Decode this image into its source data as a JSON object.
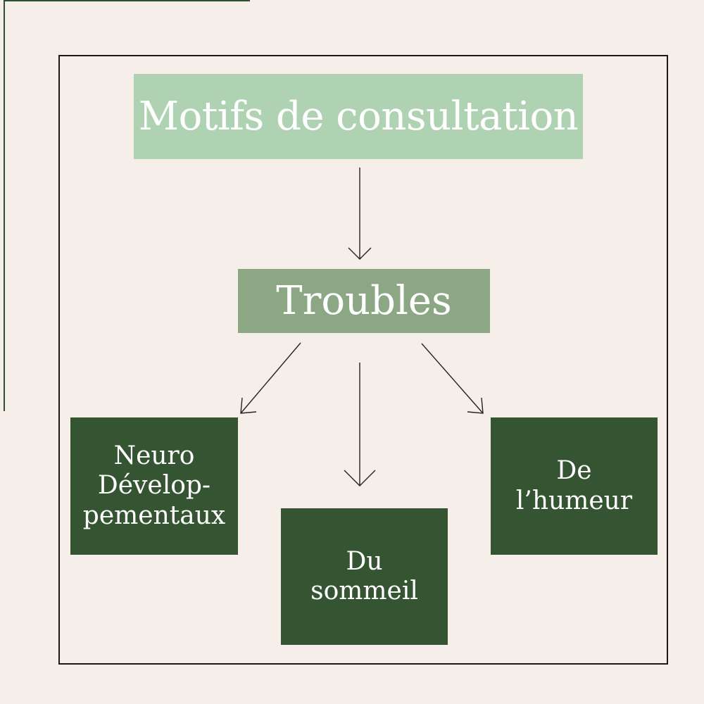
{
  "diagram": {
    "title": "Motifs de consultation",
    "center": "Troubles",
    "leaves": [
      {
        "id": "neuro",
        "label": "Neuro\nDévelop-\npementaux"
      },
      {
        "id": "sommeil",
        "label": "Du\nsommeil"
      },
      {
        "id": "humeur",
        "label": "De\nl’humeur"
      }
    ]
  },
  "colors": {
    "background": "#f6efe9",
    "title_box": "#afd3b2",
    "center_box": "#8ba784",
    "leaf_box": "#355432",
    "frame": "#1a1a1a",
    "text": "#ffffff"
  }
}
